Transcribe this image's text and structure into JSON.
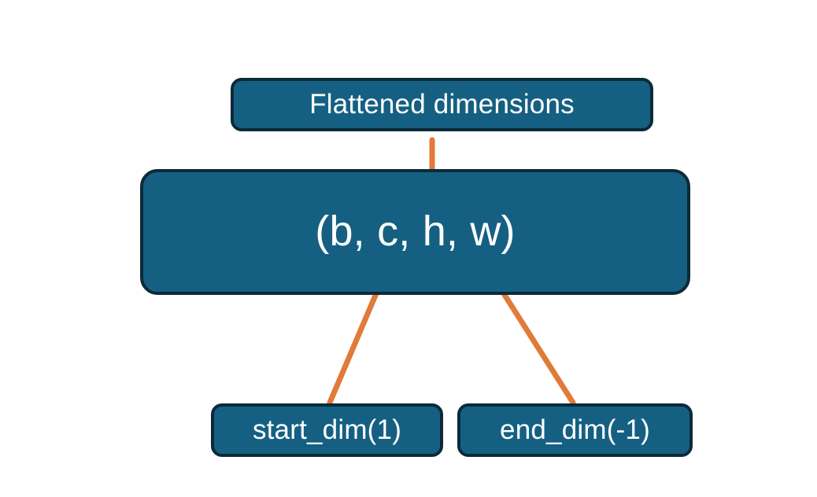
{
  "diagram": {
    "title_node": {
      "id": "flattened-dimensions",
      "label": "Flattened dimensions"
    },
    "shape_node": {
      "id": "tensor-shape",
      "label": "(b, c, h, w)",
      "dims": [
        "b",
        "c",
        "h",
        "w"
      ]
    },
    "arg_nodes": [
      {
        "id": "start-dim",
        "label": "start_dim(1)",
        "value": 1
      },
      {
        "id": "end-dim",
        "label": "end_dim(-1)",
        "value": -1
      }
    ],
    "annotations": {
      "brace": "curly-brace-spanning-c-h-w",
      "brace_target": "Flattened dimensions",
      "arrow_left_target": "c",
      "arrow_right_target": "w"
    },
    "colors": {
      "node_fill": "#156082",
      "node_border": "#0c2a38",
      "node_text": "#ffffff",
      "accent_orange": "#E07B39",
      "background": "#ffffff"
    }
  }
}
